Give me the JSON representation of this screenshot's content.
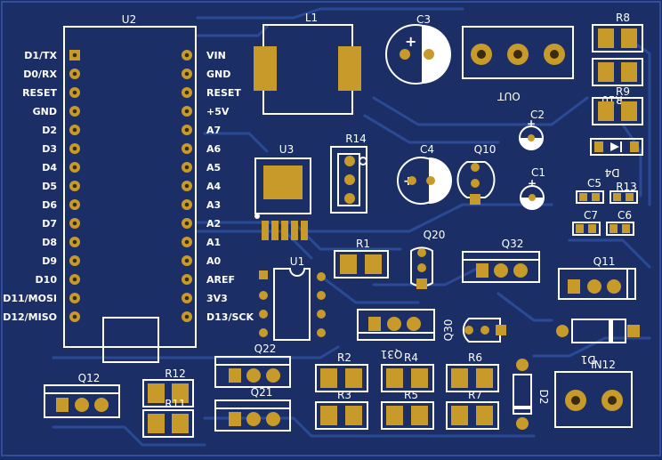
{
  "colors": {
    "board": "#1b2f66",
    "board_edge": "#2f4f9e",
    "trace": "#2a4a96",
    "pad": "#c79a2a",
    "silkscreen": "#ffffff"
  },
  "components": {
    "u2": "U2",
    "l1": "L1",
    "c3": "C3",
    "out": "OUT",
    "r8": "R8",
    "r9": "R9",
    "r10": "R10",
    "c2": "C2",
    "d4": "D4",
    "u3": "U3",
    "r14": "R14",
    "c4": "C4",
    "q10": "Q10",
    "c1": "C1",
    "c5": "C5",
    "r13": "R13",
    "c7": "C7",
    "c6": "C6",
    "r1": "R1",
    "q20": "Q20",
    "q32": "Q32",
    "u1": "U1",
    "q11": "Q11",
    "q30": "Q30",
    "q31": "Q31",
    "d1": "D1",
    "q22": "Q22",
    "q21": "Q21",
    "r2": "R2",
    "r3": "R3",
    "r4": "R4",
    "r5": "R5",
    "r6": "R6",
    "r7": "R7",
    "d2": "D2",
    "in12": "IN12",
    "q12": "Q12",
    "r12": "R12",
    "r11": "R11"
  },
  "u2_left_pins": [
    "D1/TX",
    "D0/RX",
    "RESET",
    "GND",
    "D2",
    "D3",
    "D4",
    "D5",
    "D6",
    "D7",
    "D8",
    "D9",
    "D10",
    "D11/MOSI",
    "D12/MISO"
  ],
  "u2_right_pins": [
    "VIN",
    "GND",
    "RESET",
    "+5V",
    "A7",
    "A6",
    "A5",
    "A4",
    "A3",
    "A2",
    "A1",
    "A0",
    "AREF",
    "3V3",
    "D13/SCK"
  ]
}
